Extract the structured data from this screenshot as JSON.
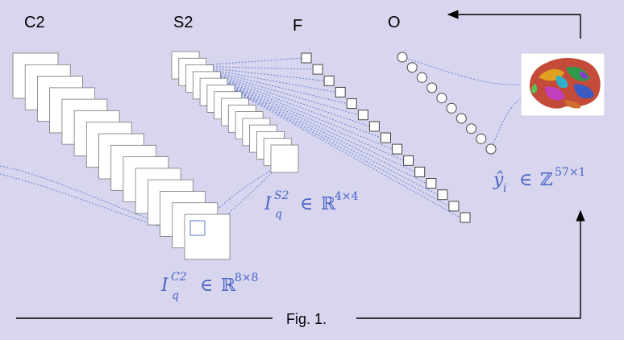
{
  "labels": {
    "c2": "C2",
    "s2": "S2",
    "f": "F",
    "o": "O"
  },
  "math": {
    "s2_var": "I",
    "s2_sub": "q",
    "s2_sup": "S2",
    "s2_set": "ℝ",
    "s2_dim": "4×4",
    "c2_var": "I",
    "c2_sub": "q",
    "c2_sup": "C2",
    "c2_set": "ℝ",
    "c2_dim": "8×8",
    "out_var": "ŷ",
    "out_sub": "i",
    "out_set": "ℤ",
    "out_dim": "57×1",
    "elem": "∈"
  },
  "caption": "Fig. 1.",
  "colors": {
    "background": "#d7d6ee",
    "math": "#4a64c8",
    "connection": "#5a7ad0"
  },
  "icons": {
    "brain": "brain-image"
  }
}
